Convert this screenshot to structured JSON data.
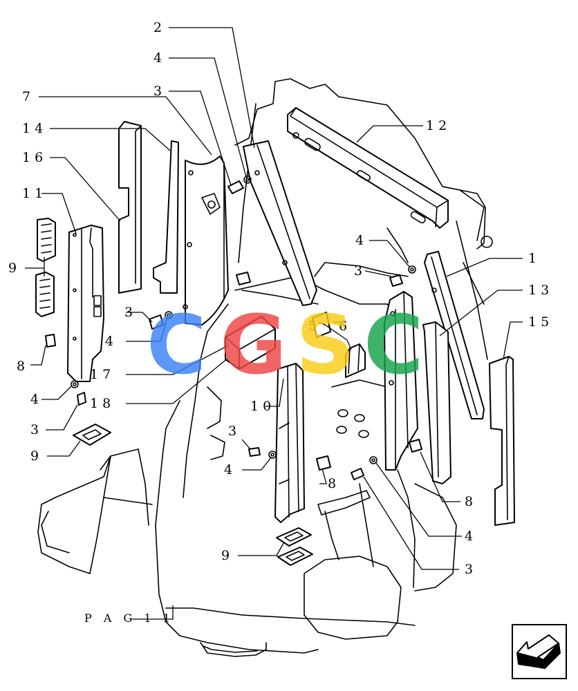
{
  "callouts": [
    {
      "text": "2"
    },
    {
      "text": "4"
    },
    {
      "text": "3"
    },
    {
      "text": "7"
    },
    {
      "text": "1 4"
    },
    {
      "text": "1 6"
    },
    {
      "text": "1 1"
    },
    {
      "text": "9"
    },
    {
      "text": "8"
    },
    {
      "text": "4"
    },
    {
      "text": "3"
    },
    {
      "text": "9"
    },
    {
      "text": "1 2"
    },
    {
      "text": "4"
    },
    {
      "text": "3"
    },
    {
      "text": "1"
    },
    {
      "text": "1 3"
    },
    {
      "text": "1 5"
    },
    {
      "text": "8"
    },
    {
      "text": "3"
    },
    {
      "text": "4"
    },
    {
      "text": "1 7"
    },
    {
      "text": "1 8"
    },
    {
      "text": "5"
    },
    {
      "text": "6"
    },
    {
      "text": "1 0"
    },
    {
      "text": "3"
    },
    {
      "text": "4"
    },
    {
      "text": "8"
    },
    {
      "text": "8"
    },
    {
      "text": "4"
    },
    {
      "text": "3"
    },
    {
      "text": "9"
    }
  ],
  "page_reference": "P A G 1 1",
  "watermark": {
    "letters": [
      {
        "char": "C",
        "color": "#3b82f6"
      },
      {
        "char": "G",
        "color": "#ef4444"
      },
      {
        "char": "S",
        "color": "#facc15"
      },
      {
        "char": "C",
        "color": "#16a34a"
      }
    ]
  },
  "nav_icon": "arrow-back-icon"
}
